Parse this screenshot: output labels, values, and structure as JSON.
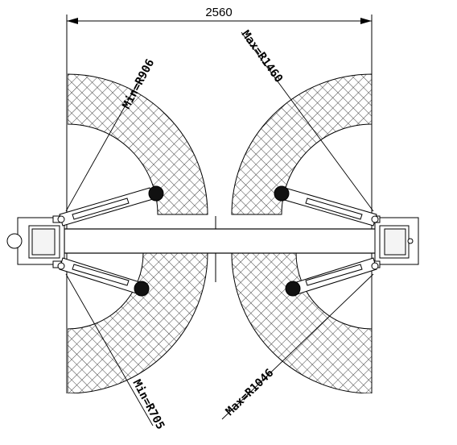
{
  "dimension": {
    "width_label": "2560"
  },
  "radii": {
    "top_left": "Min=R906",
    "top_right": "Max=R1460",
    "bottom_left": "Min=R705",
    "bottom_right": "Max=R1046"
  },
  "colors": {
    "ink": "#000000",
    "hatch": "#555555",
    "background": "#ffffff"
  }
}
